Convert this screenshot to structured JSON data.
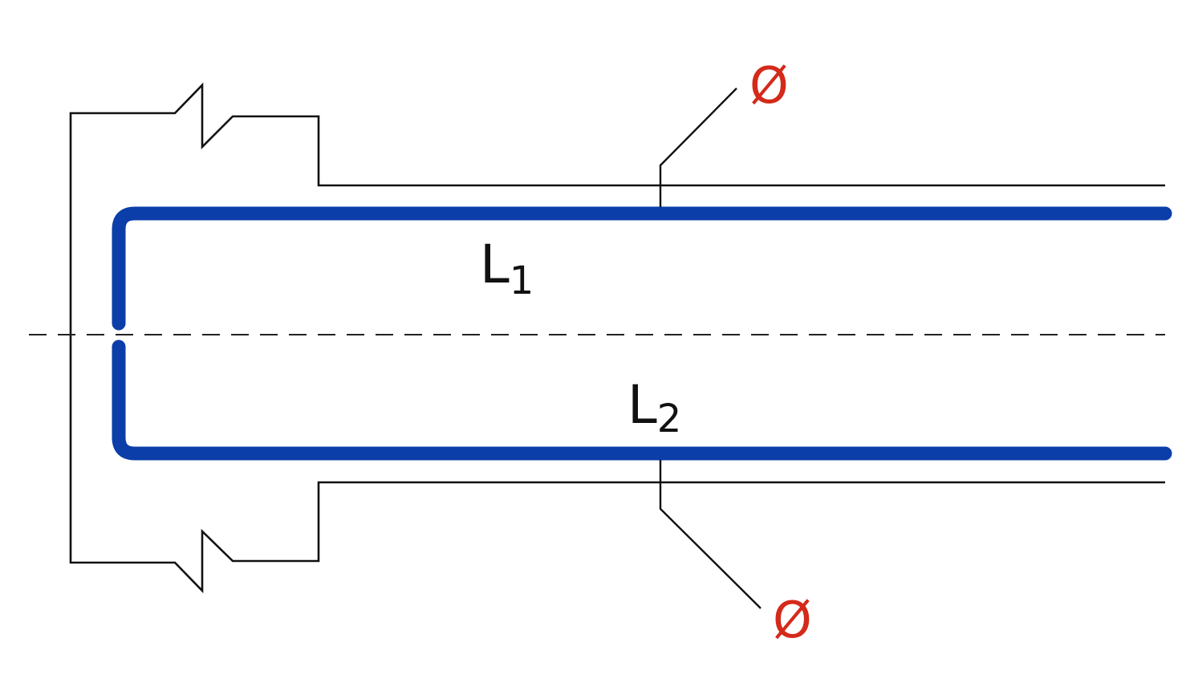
{
  "labels": {
    "length_top": {
      "letter": "L",
      "subscript": "1"
    },
    "length_bottom": {
      "letter": "L",
      "subscript": "2"
    },
    "diameter_top": "Ø",
    "diameter_bottom": "Ø"
  },
  "colors": {
    "rebar": "#0b3ea8",
    "diameter_label": "#d42a1a",
    "outline": "#111111"
  }
}
